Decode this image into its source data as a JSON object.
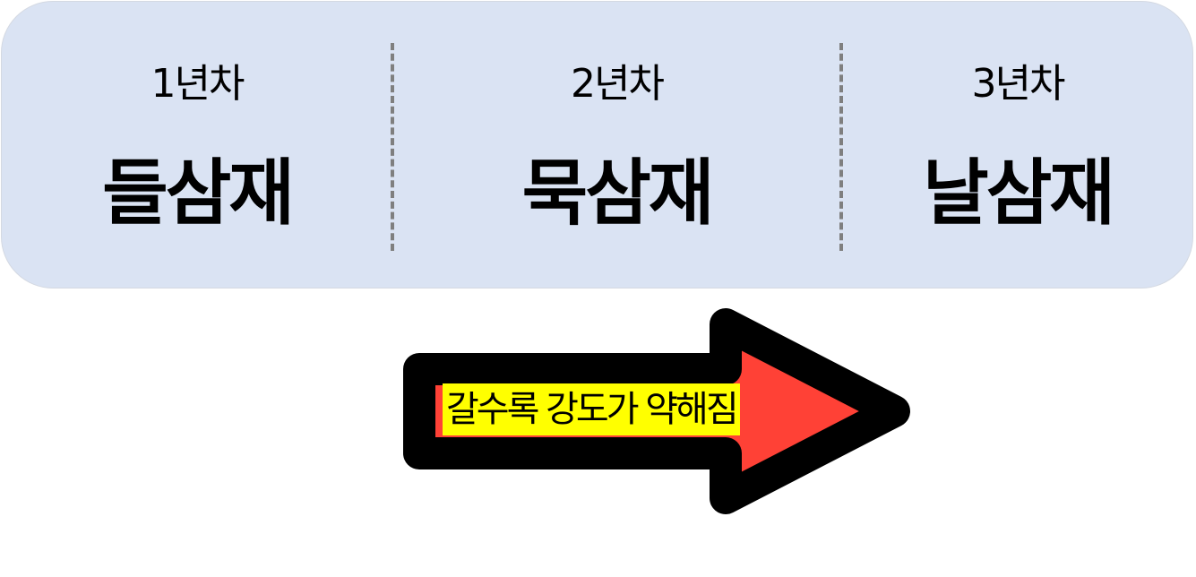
{
  "stages": [
    {
      "year": "1년차",
      "name": "들삼재"
    },
    {
      "year": "2년차",
      "name": "묵삼재"
    },
    {
      "year": "3년차",
      "name": "날삼재"
    }
  ],
  "arrow": {
    "label": "갈수록 강도가 약해짐",
    "fill_color": "#ff4136",
    "outline_color": "#000000",
    "label_background": "#ffff00"
  },
  "panel_color": "#dae3f3"
}
